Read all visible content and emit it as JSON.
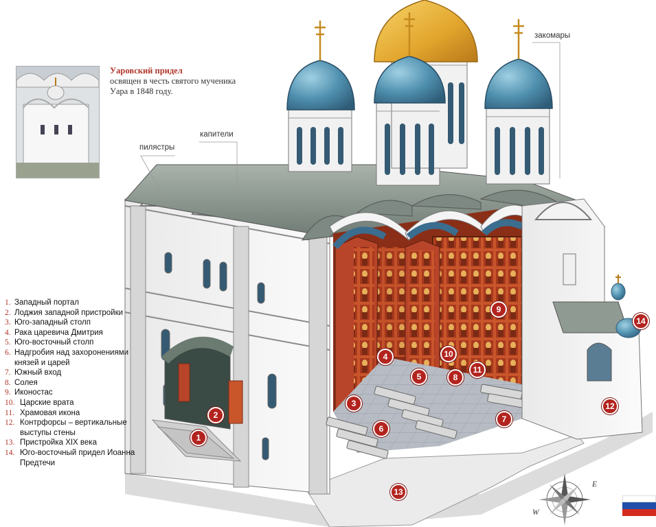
{
  "callout": {
    "title": "Уаровский придел",
    "text": "освящен в честь святого мученика Уара в 1848 году."
  },
  "labels": {
    "zakomary": "закомары",
    "kapiteli": "капители",
    "pilyastry": "пилястры"
  },
  "legend": [
    {
      "num": "1.",
      "text": "Западный портал"
    },
    {
      "num": "2.",
      "text": "Лоджия западной пристройки"
    },
    {
      "num": "3.",
      "text": "Юго-западный столп"
    },
    {
      "num": "4.",
      "text": "Рака царевича Дмитрия"
    },
    {
      "num": "5.",
      "text": "Юго-восточный столп"
    },
    {
      "num": "6.",
      "text": "Надгробия над захоронениями князей и царей"
    },
    {
      "num": "7.",
      "text": "Южный вход"
    },
    {
      "num": "8.",
      "text": "Солея"
    },
    {
      "num": "9.",
      "text": "Иконостас"
    },
    {
      "num": "10.",
      "text": "Царские врата"
    },
    {
      "num": "11.",
      "text": "Храмовая икона"
    },
    {
      "num": "12.",
      "text": "Контрфорсы – вертикальные выступы стены"
    },
    {
      "num": "13.",
      "text": "Пристройка XIX века"
    },
    {
      "num": "14.",
      "text": "Юго-восточный придел Иоанна Предтечи"
    }
  ],
  "markers": [
    "1",
    "2",
    "3",
    "4",
    "5",
    "6",
    "7",
    "8",
    "9",
    "10",
    "11",
    "12",
    "13",
    "14"
  ],
  "compass": {
    "w": "W",
    "e": "E"
  },
  "colors": {
    "accent_red": "#b3241f",
    "dome_gold": "#e8b53a",
    "dome_blue": "#4f8fae",
    "roof_gray": "#8f9a92",
    "flag": [
      "#ffffff",
      "#1f4fa8",
      "#d52b1e"
    ]
  }
}
